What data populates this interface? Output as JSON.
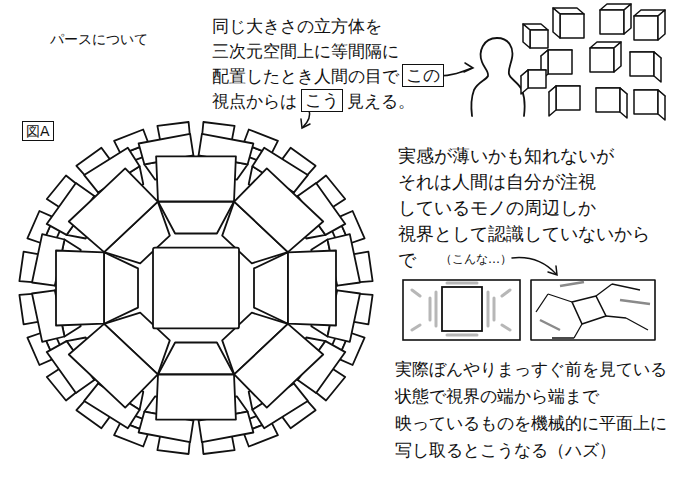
{
  "diagram": {
    "title": "パースについて",
    "nodes": [
      {
        "text": [
          "この"
        ]
      },
      {
        "text": [
          "こう"
        ]
      },
      {
        "text": [
          "図A"
        ]
      }
    ],
    "labels": [
      "同じ大きさの立方体を 三次元空間上に等間隔に 配置したとき人間の目で",
      "視点からは",
      "見える。",
      "実感が薄いかも知れないが それは人間は自分が注視 しているモノの周辺しか 視界として認識していないから で",
      "（こんな…）",
      "実際ぼんやりまっすぐ前を見ている 状態で視界の端から端まで 映っているものを機械的に平面上に 写し取るとこうなる（ハズ）"
    ]
  }
}
